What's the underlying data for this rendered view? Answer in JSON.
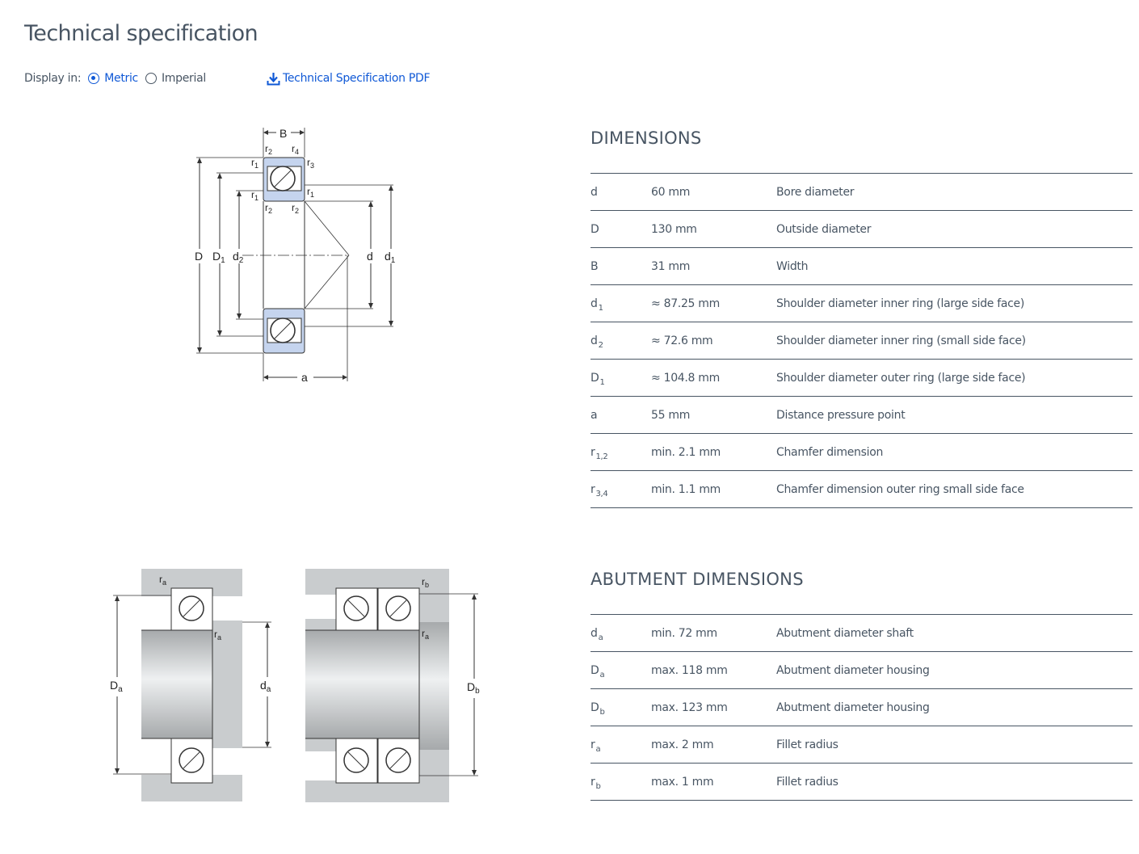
{
  "page": {
    "title": "Technical specification"
  },
  "display": {
    "label": "Display in:",
    "options": [
      {
        "label": "Metric",
        "selected": true
      },
      {
        "label": "Imperial",
        "selected": false
      }
    ],
    "accent_color": "#0f58d6"
  },
  "pdf_link": {
    "label": "Technical Specification PDF",
    "icon": "download-icon"
  },
  "dimensions": {
    "title": "DIMENSIONS",
    "rows": [
      {
        "sym": "d",
        "sub": "",
        "value": "60 mm",
        "desc": "Bore diameter"
      },
      {
        "sym": "D",
        "sub": "",
        "value": "130 mm",
        "desc": "Outside diameter"
      },
      {
        "sym": "B",
        "sub": "",
        "value": "31 mm",
        "desc": "Width"
      },
      {
        "sym": "d",
        "sub": "1",
        "value": "≈ 87.25 mm",
        "desc": "Shoulder diameter inner ring (large side face)"
      },
      {
        "sym": "d",
        "sub": "2",
        "value": "≈ 72.6 mm",
        "desc": "Shoulder diameter inner ring (small side face)"
      },
      {
        "sym": "D",
        "sub": "1",
        "value": "≈ 104.8 mm",
        "desc": "Shoulder diameter outer ring (large side face)"
      },
      {
        "sym": "a",
        "sub": "",
        "value": "55 mm",
        "desc": "Distance pressure point"
      },
      {
        "sym": "r",
        "sub": "1,2",
        "value": "min. 2.1 mm",
        "desc": "Chamfer dimension"
      },
      {
        "sym": "r",
        "sub": "3,4",
        "value": "min. 1.1 mm",
        "desc": "Chamfer dimension outer ring small side face"
      }
    ]
  },
  "abutment": {
    "title": "ABUTMENT DIMENSIONS",
    "rows": [
      {
        "sym": "d",
        "sub": "a",
        "value": "min. 72 mm",
        "desc": "Abutment diameter shaft"
      },
      {
        "sym": "D",
        "sub": "a",
        "value": "max. 118 mm",
        "desc": "Abutment diameter housing"
      },
      {
        "sym": "D",
        "sub": "b",
        "value": "max. 123 mm",
        "desc": "Abutment diameter housing"
      },
      {
        "sym": "r",
        "sub": "a",
        "value": "max. 2 mm",
        "desc": "Fillet radius"
      },
      {
        "sym": "r",
        "sub": "b",
        "value": "max. 1 mm",
        "desc": "Fillet radius"
      }
    ]
  },
  "bearing_drawing": {
    "labels": {
      "B": "B",
      "D": "D",
      "D1": "D",
      "D1_sub": "1",
      "d2": "d",
      "d2_sub": "2",
      "d": "d",
      "d1": "d",
      "d1_sub": "1",
      "a": "a",
      "r": "r",
      "s1": "1",
      "s2": "2",
      "s3": "3",
      "s4": "4"
    },
    "ring_color": "#c5d4ee"
  },
  "abutment_drawing": {
    "labels": {
      "D": "D",
      "d": "d",
      "r": "r",
      "a": "a",
      "b": "b"
    },
    "housing_color": "#c9ccce"
  }
}
